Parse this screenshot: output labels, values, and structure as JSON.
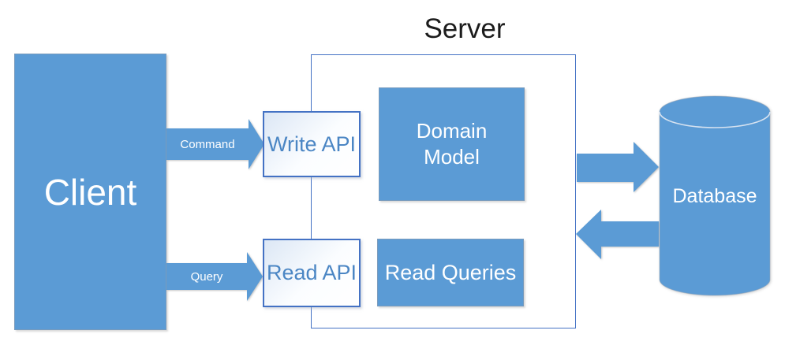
{
  "diagram": {
    "server_group": {
      "title": "Server"
    },
    "nodes": {
      "client": {
        "label": "Client"
      },
      "write_api": {
        "label": "Write API"
      },
      "read_api": {
        "label": "Read API"
      },
      "domain_model": {
        "label": "Domain Model"
      },
      "read_queries": {
        "label": "Read Queries"
      },
      "database": {
        "label": "Database"
      }
    },
    "flows": {
      "command": {
        "label": "Command",
        "from": "client",
        "to": "write_api"
      },
      "query": {
        "label": "Query",
        "from": "client",
        "to": "read_api"
      },
      "server_to_database": {
        "label": "",
        "from": "server",
        "to": "database"
      },
      "database_to_server": {
        "label": "",
        "from": "database",
        "to": "server"
      }
    },
    "colors": {
      "shape_blue": "#5b9bd5",
      "api_box_border_blue": "#4472c4",
      "api_text_blue": "#4b86c4",
      "server_border_blue": "#4472c4",
      "title_text": "#1c1c1c",
      "node_text_white": "#ffffff",
      "background": "#ffffff"
    }
  }
}
